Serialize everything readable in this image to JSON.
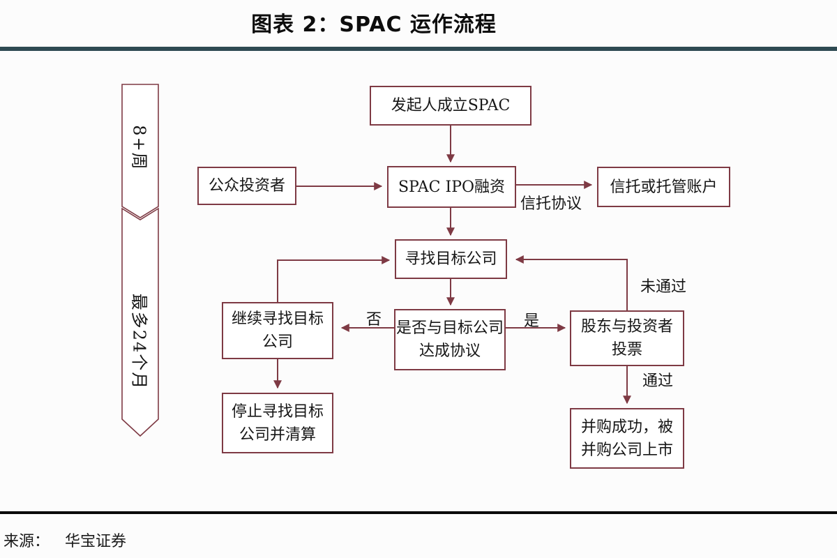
{
  "title": "图表 2：SPAC 运作流程",
  "colors": {
    "accent": "#7E3A44",
    "divider_teal": "#2E4A52",
    "divider_black": "#0A0A0A",
    "text": "#141414",
    "bg": "#FCFCFC"
  },
  "timeline": {
    "segments": [
      {
        "label": "8+周"
      },
      {
        "label": "最多24个月"
      }
    ]
  },
  "nodes": {
    "sponsor": "发起人成立SPAC",
    "public_investors": "公众投资者",
    "ipo": "SPAC IPO融资",
    "trust_account": "信托或托管账户",
    "search_target": "寻找目标公司",
    "agreement_decision": "是否与目标公司\n达成协议",
    "continue_search": "继续寻找目标\n公司",
    "stop_liquidate": "停止寻找目标\n公司并清算",
    "vote": "股东与投资者\n投票",
    "merger_success": "并购成功，被\n并购公司上市"
  },
  "edge_labels": {
    "trust_agreement": "信托协议",
    "no": "否",
    "yes": "是",
    "not_passed": "未通过",
    "passed": "通过"
  },
  "edges": [
    {
      "from": "sponsor",
      "to": "ipo"
    },
    {
      "from": "public_investors",
      "to": "ipo"
    },
    {
      "from": "ipo",
      "to": "trust_account",
      "label_key": "trust_agreement"
    },
    {
      "from": "ipo",
      "to": "search_target"
    },
    {
      "from": "search_target",
      "to": "agreement_decision"
    },
    {
      "from": "agreement_decision",
      "to": "continue_search",
      "label_key": "no"
    },
    {
      "from": "agreement_decision",
      "to": "vote",
      "label_key": "yes"
    },
    {
      "from": "continue_search",
      "to": "search_target"
    },
    {
      "from": "continue_search",
      "to": "stop_liquidate"
    },
    {
      "from": "vote",
      "to": "search_target",
      "label_key": "not_passed"
    },
    {
      "from": "vote",
      "to": "merger_success",
      "label_key": "passed"
    }
  ],
  "source": {
    "prefix": "来源：",
    "name": "华宝证券"
  }
}
